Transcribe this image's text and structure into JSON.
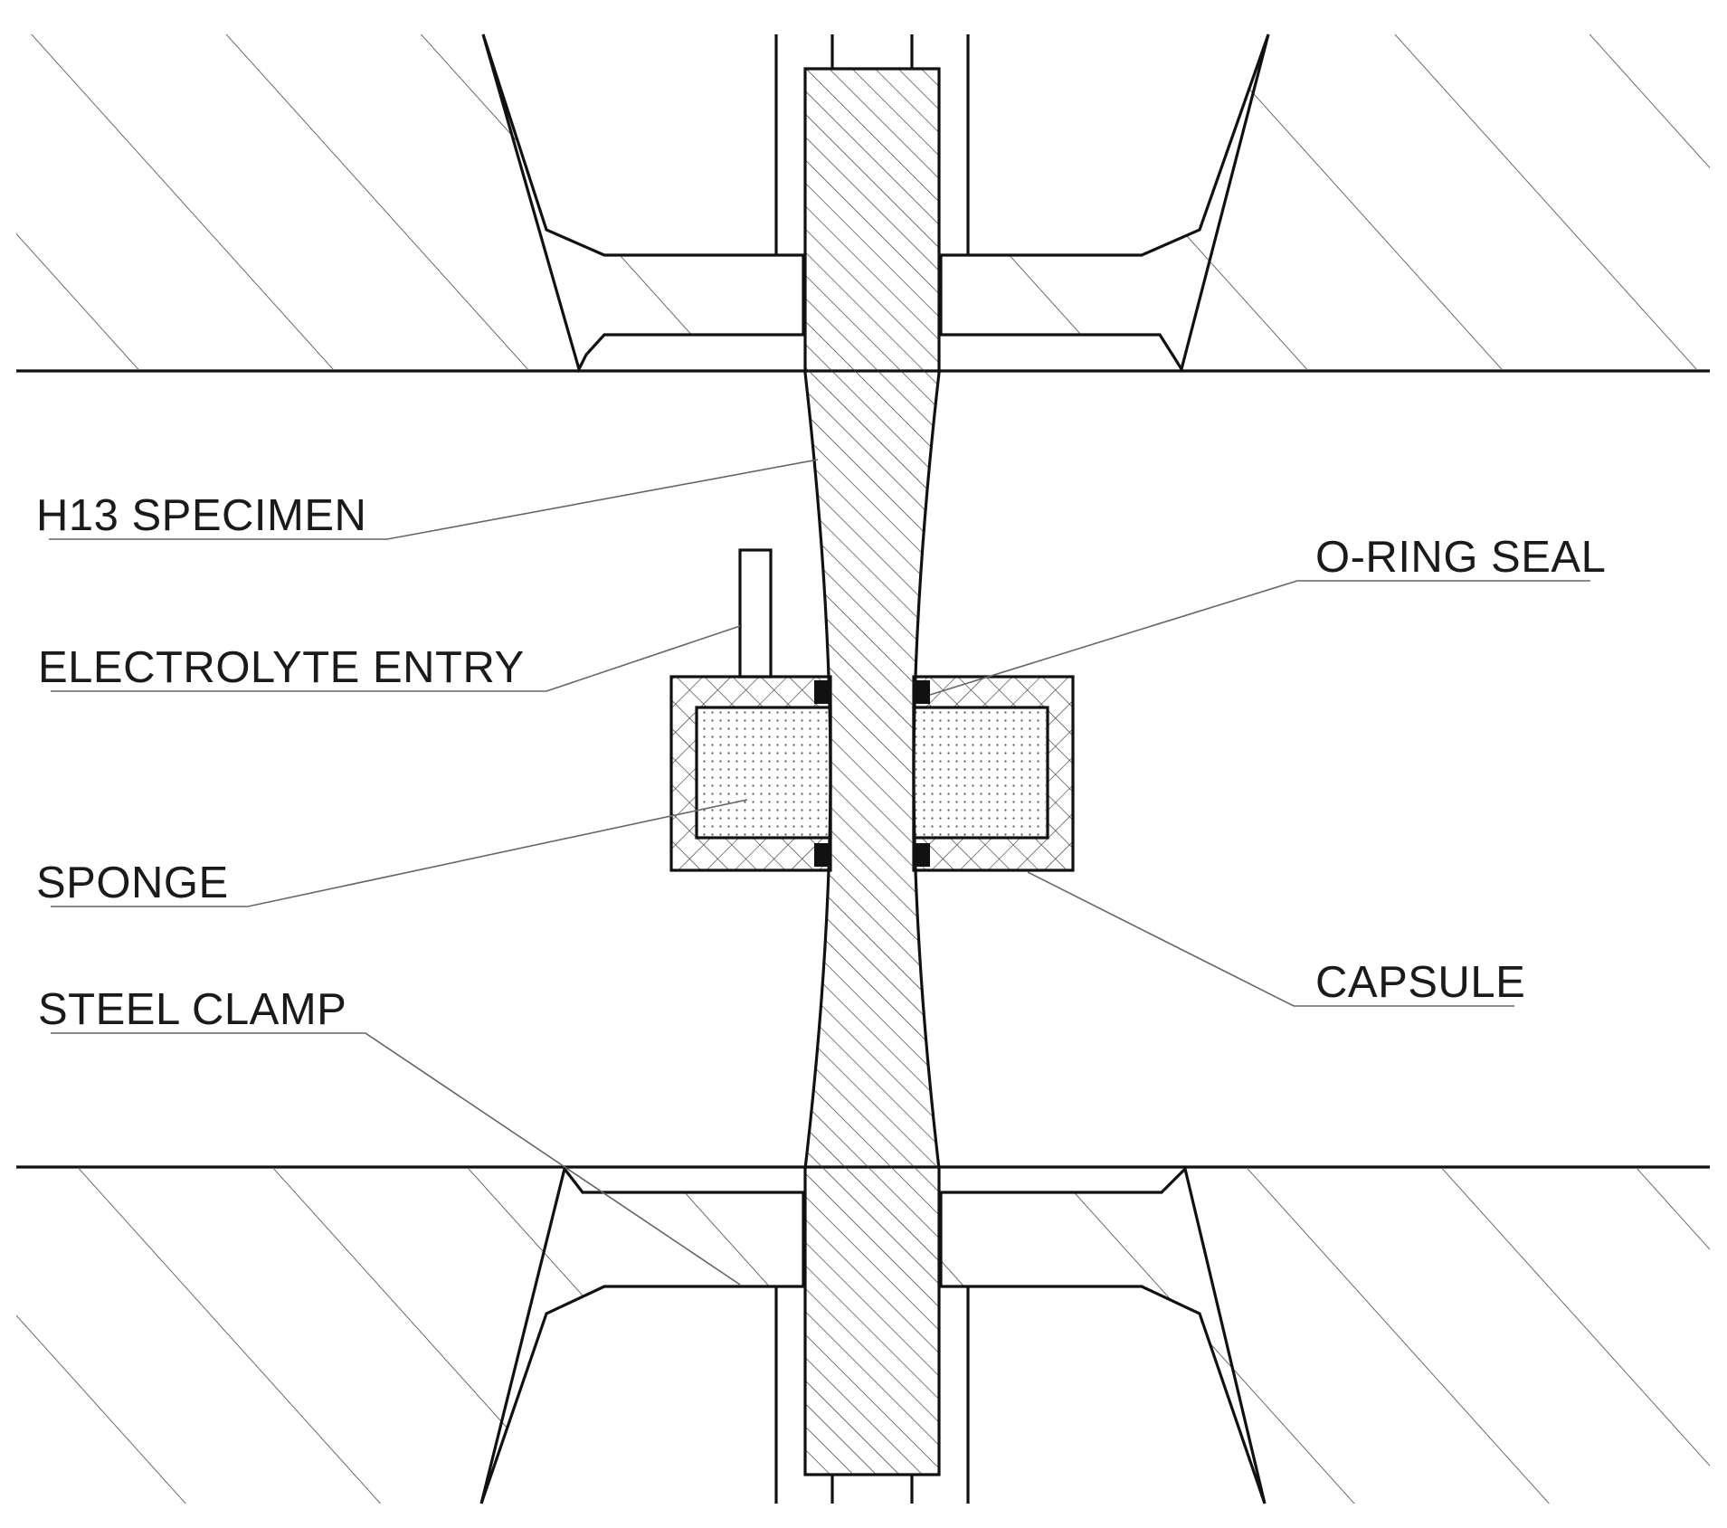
{
  "labels": {
    "specimen": "H13 SPECIMEN",
    "o_ring": "O-RING SEAL",
    "electrolyte": "ELECTROLYTE ENTRY",
    "sponge": "SPONGE",
    "capsule": "CAPSULE",
    "clamp": "STEEL CLAMP"
  },
  "colors": {
    "line": "#111111",
    "leader": "#666666",
    "hatch": "#333333",
    "background": "#ffffff"
  }
}
